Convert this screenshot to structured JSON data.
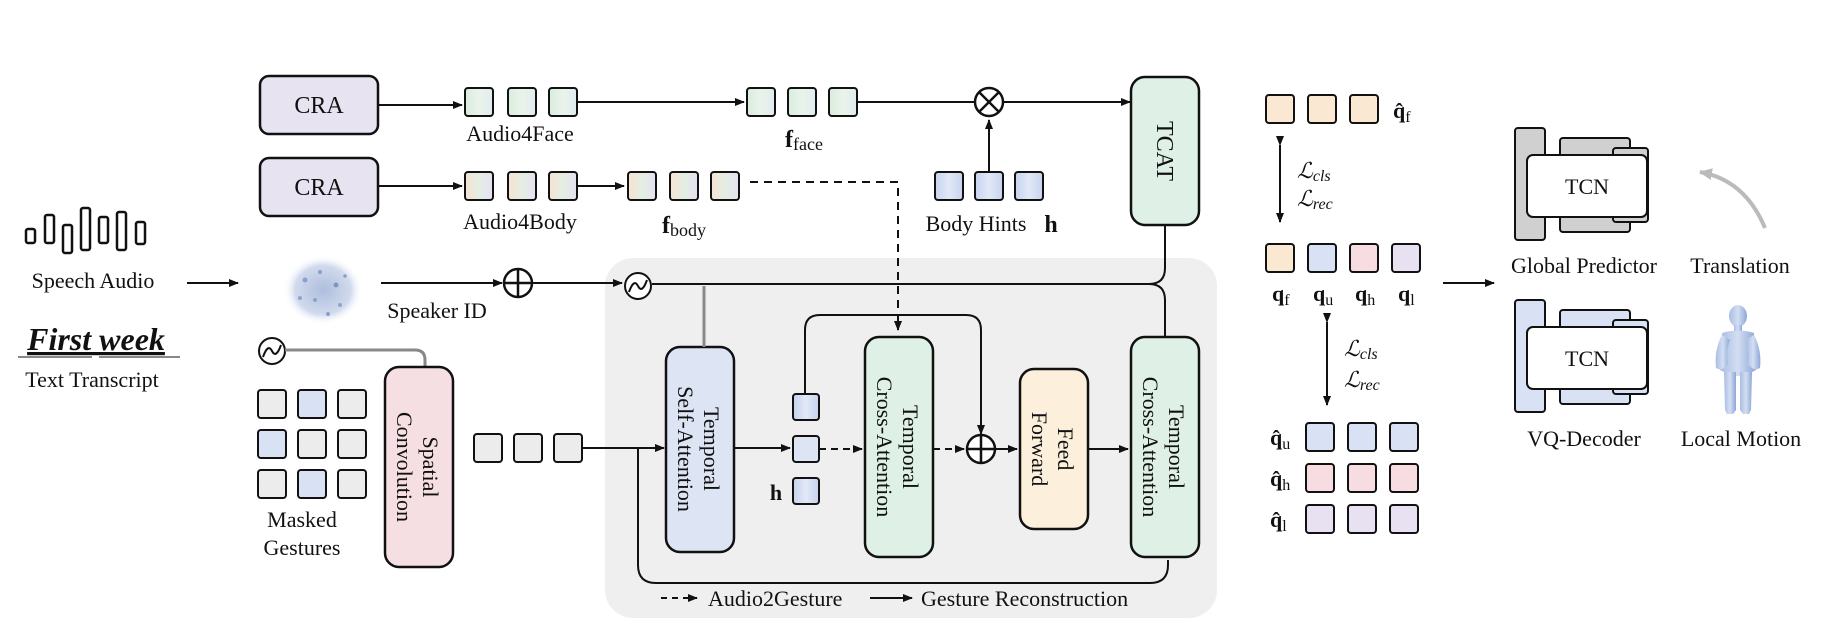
{
  "modules": {
    "cra_top": "CRA",
    "cra_bottom": "CRA",
    "tcat": "TCAT",
    "tcn_top": "TCN",
    "tcn_bottom": "TCN",
    "spatial_conv": [
      "Spatial",
      "Convolution"
    ],
    "temporal_self_attention": [
      "Temporal",
      "Self-Attention"
    ],
    "temporal_cross_attention_1": [
      "Temporal",
      "Cross-Attention"
    ],
    "temporal_cross_attention_2": [
      "Temporal",
      "Cross-Attention"
    ],
    "feed_forward": [
      "Feed",
      "Forward"
    ]
  },
  "labels": {
    "audio4face": "Audio4Face",
    "audio4body": "Audio4Body",
    "f_face_base": "f",
    "f_face_sub": "face",
    "f_body_base": "f",
    "f_body_sub": "body",
    "body_hints": "Body Hints",
    "h": "h",
    "speech_audio": "Speech Audio",
    "speaker_id": "Speaker ID",
    "first_week": "First week",
    "text_transcript": "Text Transcript",
    "masked_gestures": [
      "Masked",
      "Gestures"
    ],
    "global_predictor": "Global Predictor",
    "translation": "Translation",
    "vq_decoder": "VQ-Decoder",
    "local_motion": "Local Motion"
  },
  "losses": {
    "top": [
      "ℒ",
      "cls",
      "ℒ",
      "rec"
    ],
    "bottom": [
      "ℒ",
      "cls",
      "ℒ",
      "rec"
    ]
  },
  "tokens": {
    "q_hat_f": {
      "base": "q̂",
      "sub": "f"
    },
    "q_f": {
      "base": "q",
      "sub": "f"
    },
    "q_u": {
      "base": "q",
      "sub": "u"
    },
    "q_h": {
      "base": "q",
      "sub": "h"
    },
    "q_l": {
      "base": "q",
      "sub": "l"
    },
    "q_hat_u": {
      "base": "q̂",
      "sub": "u"
    },
    "q_hat_h": {
      "base": "q̂",
      "sub": "h"
    },
    "q_hat_l": {
      "base": "q̂",
      "sub": "l"
    }
  },
  "legend": {
    "audio2gesture": "Audio2Gesture",
    "gesture_reconstruction": "Gesture Reconstruction"
  },
  "colors": {
    "cra_fill": "#e8e3f0",
    "tcat_fill": "#dff0e6",
    "spatial_fill": "#f6dfe2",
    "self_attn_fill": "#dde4f3",
    "cross_attn_fill": "#dff0e6",
    "feed_forward_fill": "#fcf0dc",
    "panel_fill": "#efefef",
    "face_token": "#fbe8d2",
    "body_token": "#d9e1f4",
    "hand_token": "#f7dde2",
    "lower_token": "#e7e1f1"
  }
}
